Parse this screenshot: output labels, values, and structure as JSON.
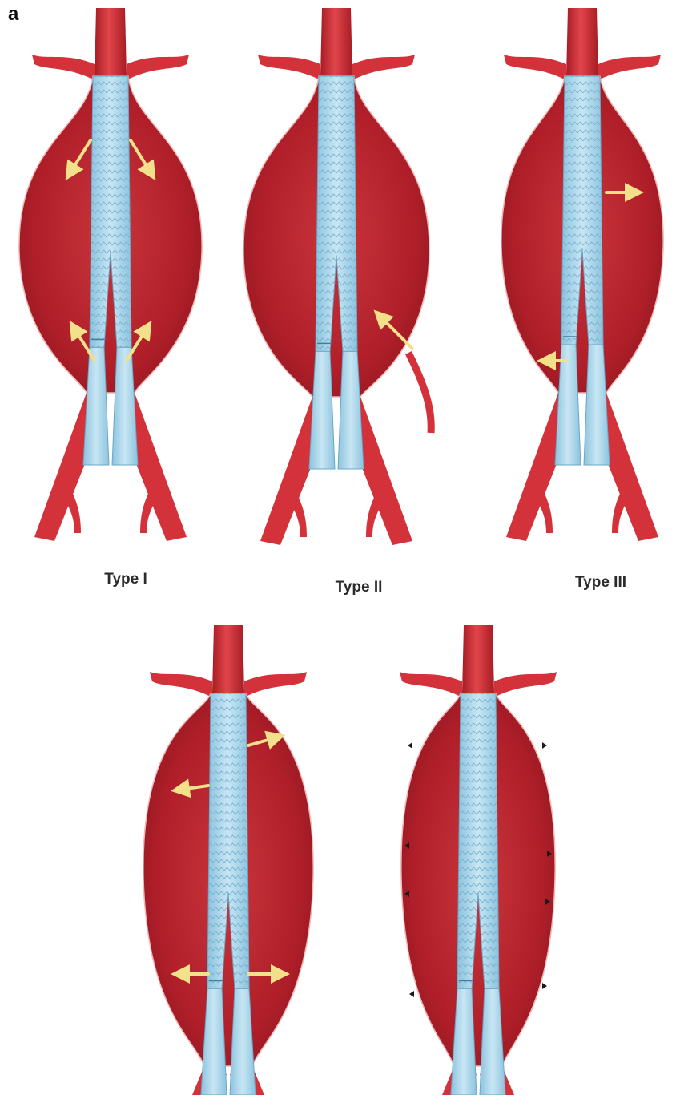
{
  "panel_letter": "a",
  "panels": [
    {
      "label": "Type I",
      "leak": "attachment-site"
    },
    {
      "label": "Type II",
      "leak": "branch-vessel"
    },
    {
      "label": "Type III",
      "leak": "graft-defect"
    },
    {
      "label": "",
      "leak": "graft-porosity"
    },
    {
      "label": "",
      "leak": "endotension"
    }
  ],
  "colors": {
    "artery": "#d3323a",
    "artery_dark": "#a81c24",
    "sac": "#b8232d",
    "graft": "#aed8ec",
    "graft_stroke": "#6aa9c8",
    "arrow": "#f3e08a",
    "background": "#ffffff"
  }
}
